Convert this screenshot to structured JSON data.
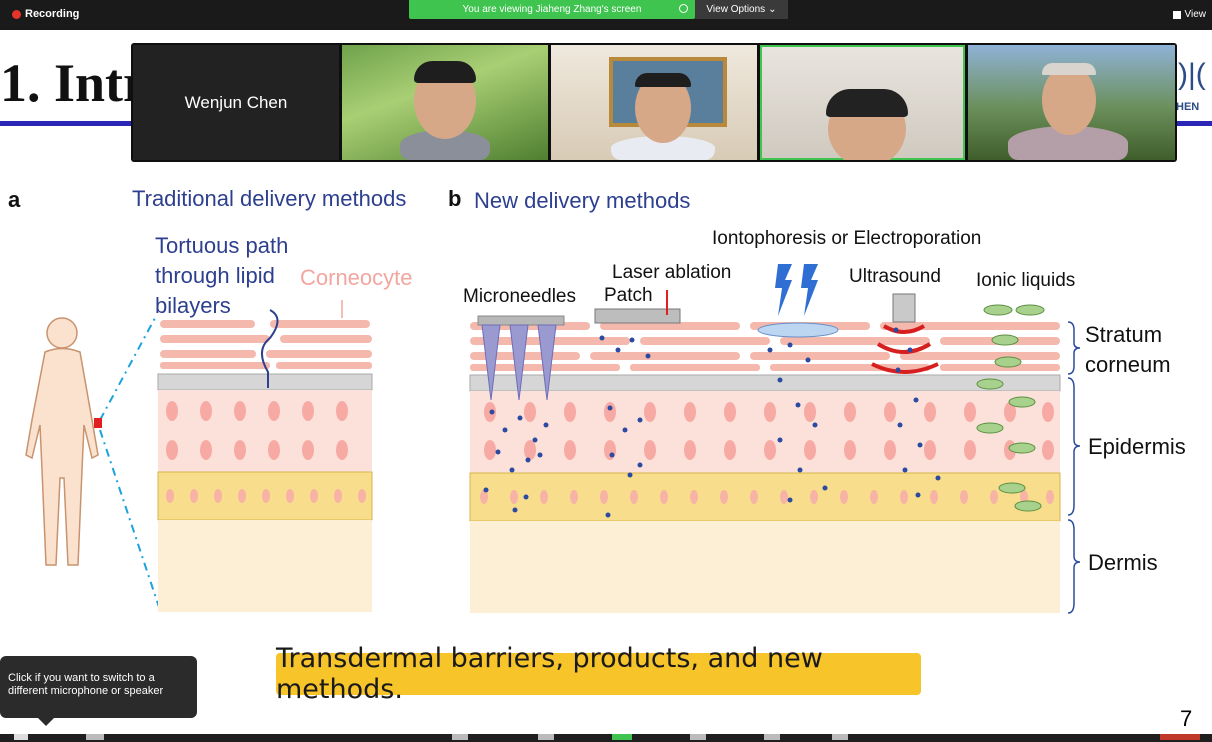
{
  "topbar": {
    "recording_label": "Recording",
    "share_banner": "You are viewing Jiaheng Zhang's screen",
    "view_options": "View Options",
    "view_label": "View"
  },
  "gallery": {
    "name_tile": "Wenjun Chen"
  },
  "slide": {
    "title": "1. Intr",
    "logo_fragment": "HEN",
    "panel_a_letter": "a",
    "panel_a_heading": "Traditional delivery methods",
    "tortuous_line1": "Tortuous path",
    "tortuous_line2": "through lipid",
    "tortuous_line3": "bilayers",
    "corneocyte": "Corneocyte",
    "panel_b_letter": "b",
    "panel_b_heading": "New delivery methods",
    "ionto": "Iontophoresis or Electroporation",
    "laser": "Laser ablation",
    "ultrasound": "Ultrasound",
    "ionic": "Ionic liquids",
    "microneedles": "Microneedles",
    "patch": "Patch",
    "stratum1": "Stratum",
    "stratum2": "corneum",
    "epidermis": "Epidermis",
    "dermis": "Dermis",
    "caption": "Transdermal barriers, products, and new methods.",
    "page_number": "7"
  },
  "tooltip": {
    "text_line1": "Click if you want to switch to a",
    "text_line2": "different microphone or speaker"
  },
  "colors": {
    "title_rule": "#2b27b6",
    "banner_green": "#3ec44f",
    "caption_bg": "#f7c42a",
    "heading_blue": "#2d3f8f"
  }
}
